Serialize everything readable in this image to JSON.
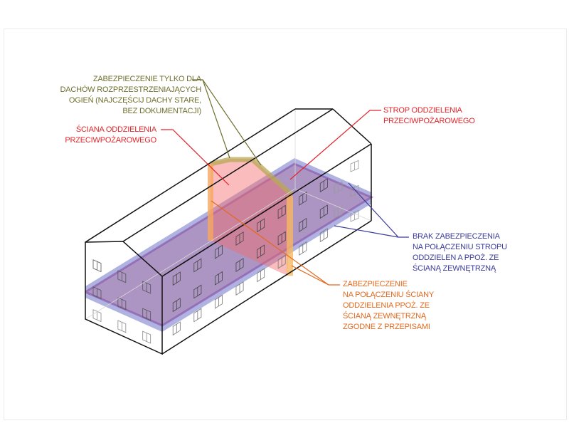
{
  "labels": {
    "roof_protection": [
      "ZABEZPIECZENIE TYLKO DLA",
      "DACHÓW ROZPRZESTRZENIAJĄCYCH",
      "OGIEŃ (NAJCZĘŚCIJ DACHY STARE,",
      "BEZ DOKUMENTACJI)"
    ],
    "fire_wall": [
      "ŚCIANA ODDZIELENIA",
      "PRZECIWPOŻAROWEGO"
    ],
    "fire_slab": [
      "STROP ODDZIELENIA",
      "PRZECIWPOŻAROWEGO"
    ],
    "slab_no_protection": [
      "BRAK ZABEZPIECZENIA",
      "NA POŁĄCZENIU STROPU",
      "ODDZIELEN A PPOŻ. ZE",
      "ŚCIANĄ ZEWNĘTRZNĄ"
    ],
    "wall_protection": [
      "ZABEZPIECZENIE",
      "NA POŁĄCZENIU ŚCIANY",
      "ODDZIELENIA PPOŻ. ZE",
      "ŚCIANĄ ZEWNĘTRZNĄ",
      "ZGODNE Z PRZEPISAMI"
    ]
  },
  "colors": {
    "olive": "#707030",
    "red": "#e3242b",
    "blue": "#3c3c9c",
    "orange": "#e2691e"
  }
}
